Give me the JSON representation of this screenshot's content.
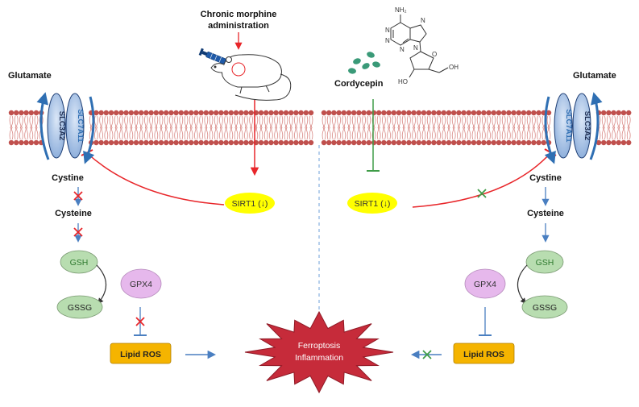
{
  "colors": {
    "membrane_head": "#c0504d",
    "membrane_tail": "#d98a86",
    "inhibit_red": "#e8262a",
    "inhibit_green": "#3f9c48",
    "flow_blue": "#4a7fc1",
    "cross_red": "#e8262a",
    "cross_green": "#3f9c48",
    "sirt1_fill": "#ffff00",
    "gsh_fill": "#b8ddb0",
    "gpx4_fill": "#e6b8ec",
    "lipid_fill": "#f5b400",
    "star_fill": "#c62b3a",
    "transporter_dark": "#2f4a7d",
    "transporter_light": "#a9c4e8",
    "pill_fill": "#3a9a78"
  },
  "labels": {
    "morphine_line1": "Chronic morphine",
    "morphine_line2": "administration",
    "cordycepin": "Cordycepin",
    "glutamate_left": "Glutamate",
    "glutamate_right": "Glutamate",
    "slc3a2": "SLC3A2",
    "slc7a11": "SLC7A11",
    "cystine_left": "Cystine",
    "cysteine_left": "Cysteine",
    "cystine_right": "Cystine",
    "cysteine_right": "Cysteine",
    "sirt1_left": "SIRT1 (↓)",
    "sirt1_right": "SIRT1 (↓)",
    "gsh_left": "GSH",
    "gssg_left": "GSSG",
    "gpx4_left": "GPX4",
    "gsh_right": "GSH",
    "gssg_right": "GSSG",
    "gpx4_right": "GPX4",
    "lipid_left": "Lipid ROS",
    "lipid_right": "Lipid ROS",
    "center_line1": "Ferroptosis",
    "center_line2": "Inflammation"
  },
  "molecule": {
    "nh2": "NH₂",
    "n_atom": "N",
    "ho": "HO",
    "oh": "OH",
    "o_atom": "O"
  },
  "icons": [
    "syringe-icon",
    "mouse-icon",
    "cross-mark-icon"
  ]
}
